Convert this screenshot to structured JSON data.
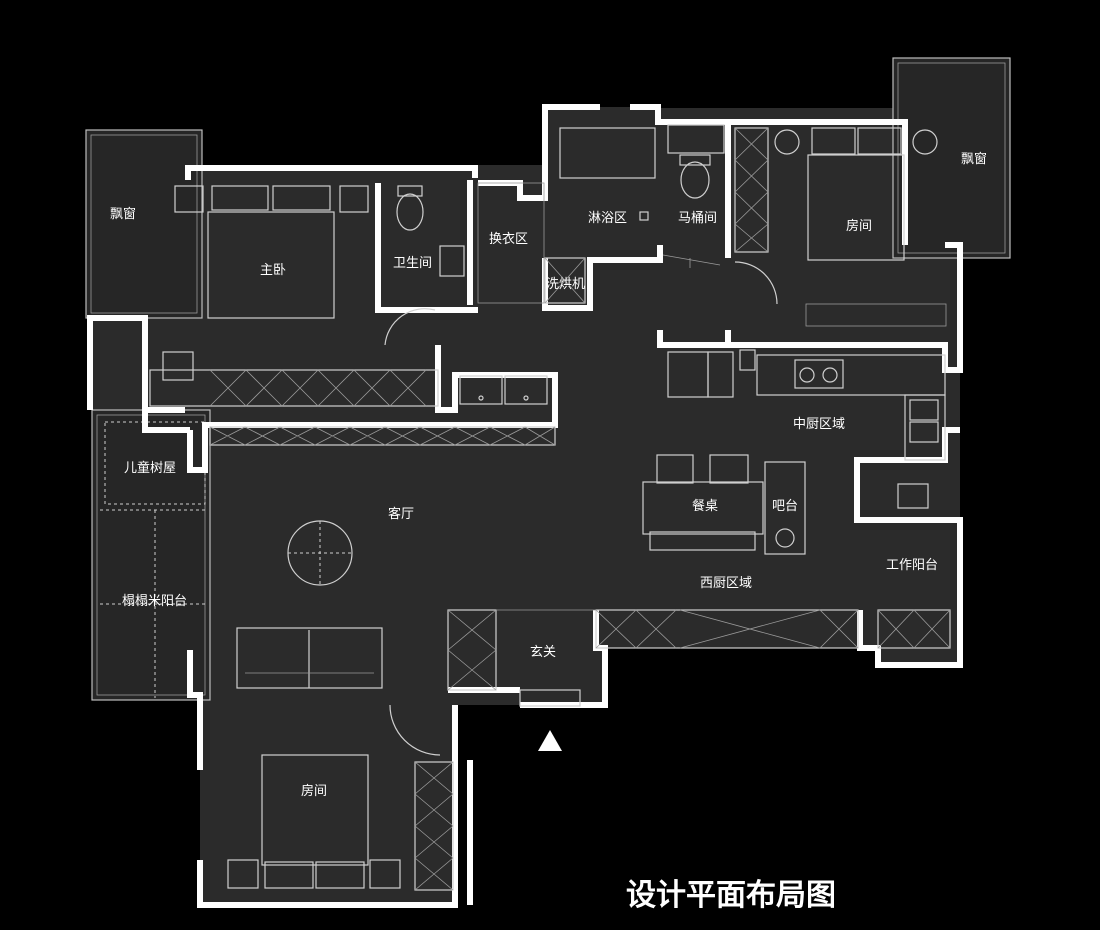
{
  "title": "设计平面布局图",
  "rooms": {
    "bay_window_left": "飘窗",
    "master_bedroom": "主卧",
    "bathroom": "卫生间",
    "dressing": "换衣区",
    "shower": "淋浴区",
    "toilet": "马桶间",
    "dryer": "洗烘机",
    "bedroom_top_right": "房间",
    "bay_window_right": "飘窗",
    "mid_kitchen": "中厨区域",
    "kids_treehouse": "儿童树屋",
    "living_room": "客厅",
    "dining_table": "餐桌",
    "bar": "吧台",
    "work_balcony": "工作阳台",
    "western_kitchen": "西厨区域",
    "tatami_balcony": "榻榻米阳台",
    "entrance": "玄关",
    "bedroom_bottom": "房间"
  },
  "colors": {
    "background": "#000000",
    "floor": "#2b2b2b",
    "wall": "#ffffff",
    "line": "#cfcfcf"
  },
  "icons": {
    "entrance_marker": "triangle-up"
  }
}
